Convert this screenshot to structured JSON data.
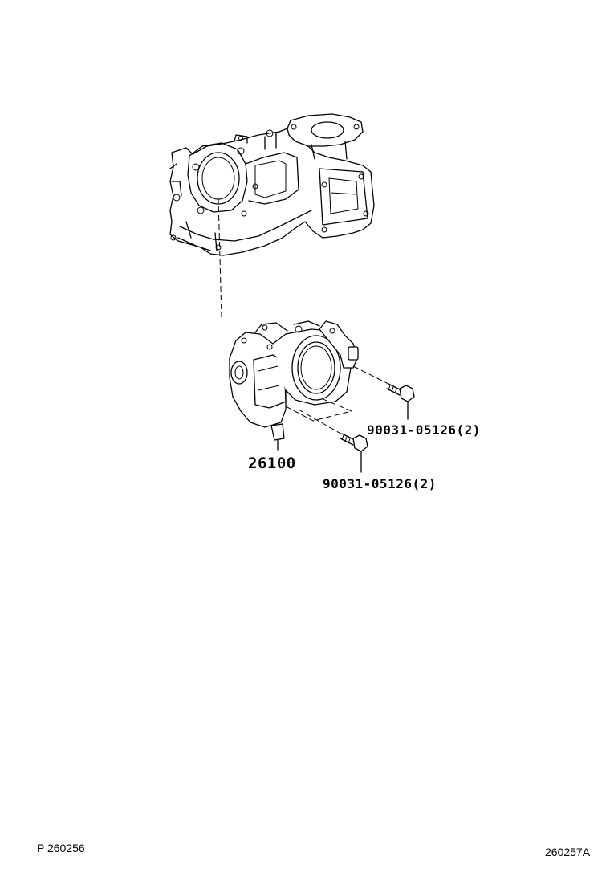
{
  "parts": {
    "throttle_body": "26100",
    "bolt_upper": "90031-05126(2)",
    "bolt_lower": "90031-05126(2)"
  },
  "footer": {
    "page_code": "P  260256",
    "figure_code": "260257A"
  },
  "colors": {
    "line": "#000000",
    "background": "#ffffff"
  }
}
